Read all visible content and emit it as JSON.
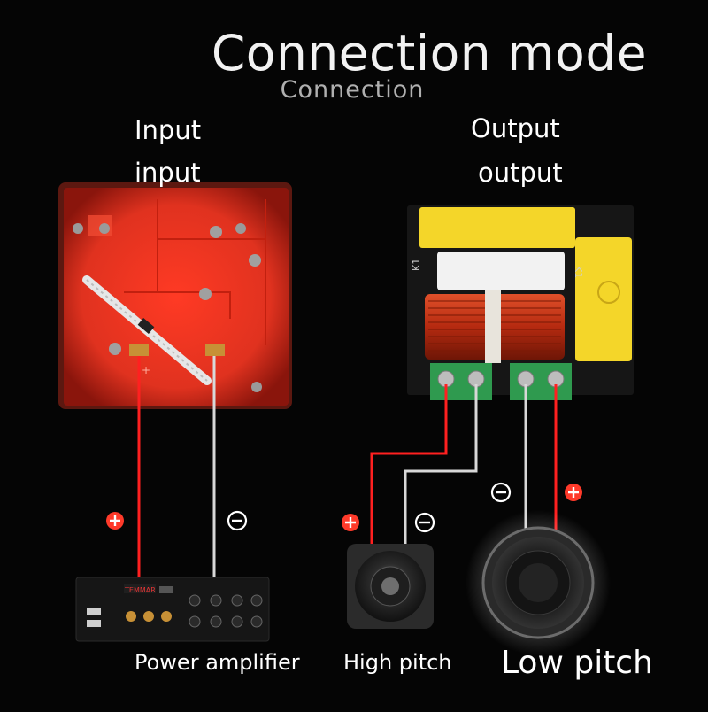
{
  "title": "Connection mode",
  "subtitle": "Connection",
  "input": {
    "line1": "Input",
    "line2": "input"
  },
  "output": {
    "line1": "Output",
    "line2": "output"
  },
  "labels": {
    "amplifier": "Power amplifier",
    "high": "High pitch",
    "low": "Low pitch"
  },
  "board_markings": {
    "left_board_plus": "+",
    "right_board_k1_left": "K1",
    "right_board_k1_right": "K1"
  },
  "amp_panel": {
    "brand": "TEMMAR"
  },
  "colors": {
    "background": "#050505",
    "board_red": "#e0321f",
    "wire_red": "#ff2020",
    "wire_white": "#d8d8d8",
    "positive_badge": "#ff3a2a",
    "coil_copper": "#c83214",
    "capacitor_yellow": "#f4d629",
    "terminal_green": "#2f9a4f"
  },
  "icons": {
    "positive": "plus-circle-icon",
    "negative": "minus-circle-icon"
  }
}
